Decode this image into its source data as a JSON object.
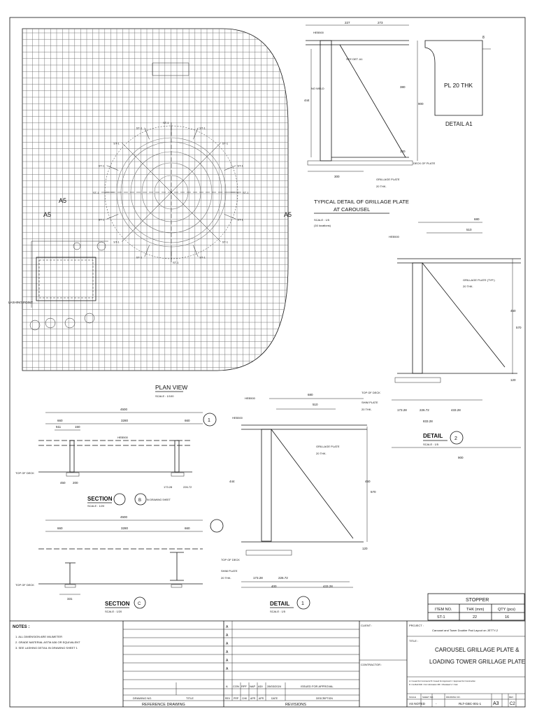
{
  "plan": {
    "title": "PLAN VIEW",
    "scale": "SCALE : 1/100",
    "lashing": "LASHING POINT",
    "stopper_tag": "ST-1",
    "grid_tags": [
      "A5",
      "A5",
      "A5"
    ]
  },
  "detailTop": {
    "title_line1": "TYPICAL DETAIL OF GRILLAGE PLATE",
    "title_line2": "AT CAROUSEL",
    "scale": "SCALE : 1/5",
    "locations": "(16 locations)",
    "beam": "HEB500",
    "see_det": "SEE DET. A1",
    "no_weld": "NO WELD",
    "dim_top_a": "227",
    "dim_top_b": "273",
    "dim_left": "444",
    "dim_right_a": "900",
    "dim_right_b": "380",
    "dim_right_c": "120",
    "dim_bottom": "300",
    "deck": "DECK OF PLATE",
    "grillage": "GRILLAGE PLATE",
    "grillage_thk": "20 THK."
  },
  "detailA1": {
    "plate": "PL 20 THK",
    "label": "DETAIL A1",
    "dim": "8"
  },
  "detailRight": {
    "beam": "HEB500",
    "dim_a": "680",
    "dim_b": "510",
    "grillage": "GRILLAGE PLATE (TYP.)",
    "grillage_thk": "20 THK.",
    "top_deck": "TOP OF DECK",
    "shim": "SHIM PLATE",
    "shim_thk": "20 THK.",
    "d1": "173.28",
    "d2": "226.72",
    "d3": "433.28",
    "d4": "833.28",
    "d5": "900",
    "v1": "450",
    "v2": "570",
    "v3": "120",
    "label": "DETAIL",
    "scale": "SCALE : 1/5",
    "circ_num": "2"
  },
  "sectionA": {
    "d_total": "4500",
    "d_l": "660",
    "d_c": "3280",
    "d_r": "660",
    "d_a": "511",
    "d_b": "150",
    "beam": "HEB500",
    "top_deck": "TOP OF DECK",
    "d_450": "450",
    "d_200": "200",
    "label": "SECTION",
    "scale": "SCALE : 1/20",
    "circ": "1",
    "circ_b": "B",
    "note": "IN DRAWING SHEET"
  },
  "sectionC": {
    "d_total": "4500",
    "d_l": "660",
    "d_c": "3280",
    "d_r": "660",
    "top_deck": "TOP OF DECK",
    "d_bottom": "331",
    "label": "SECTION",
    "scale": "SCALE : 1/20",
    "circ": "C"
  },
  "detailMid": {
    "beam": "HEB500",
    "beam2": "HEB500",
    "dim_a": "680",
    "dim_b": "510",
    "grillage": "GRILLAGE PLATE",
    "grillage_thk": "20 THK.",
    "top_deck": "TOP OF DECK",
    "shim": "SHIM PLATE",
    "shim_thk": "20 THK.",
    "d1": "173.28",
    "d2": "226.72",
    "d3": "433.28",
    "d4": "400",
    "v1": "444",
    "v2": "450",
    "v3": "570",
    "v4": "120",
    "label": "DETAIL",
    "scale": "SCALE : 1/5",
    "circ": "1",
    "d_173": "173.28",
    "d_226": "226.72"
  },
  "stopper": {
    "title": "STOPPER",
    "headers": [
      "ITEM NO.",
      "THK (mm)",
      "QTY (pcs)"
    ],
    "row": [
      "ST-1",
      "22",
      "16"
    ]
  },
  "notes": {
    "title": "NOTES :",
    "items": [
      "1. ALL DIMENSION ARE MILIMETER",
      "2. GRADE MATERIAL ASTM A36 OR EQUIVALENT",
      "3. SEE LASHING DETAIL IN DRAWING SHEET 1"
    ]
  },
  "revisions": {
    "rev_letters": [
      "A",
      "A",
      "A",
      "A",
      "A",
      "A"
    ],
    "issued_row": [
      "A",
      "CON",
      "RPF",
      "NAP",
      "ADI",
      "28/03/2024",
      "ISSUED FOR APPROVAL"
    ],
    "headers": [
      "REV",
      "PRP",
      "CHK",
      "APR",
      "APR",
      "DATE",
      "DESCRIPTION"
    ],
    "drawing_no": "DRAWING NO.",
    "title": "TITLE",
    "reference": "REFERENCE DRAWING",
    "revisions": "REVISIONS"
  },
  "titleblock": {
    "client": "CLIENT :",
    "contractor": "CONTRACTOR :",
    "project_label": "PROJECT :",
    "project": "Carousel and Tower Doubler Pad Layout on JETTY-2",
    "title_label": "TITLE :",
    "title_line1": "CAROUSEL GRILLAGE PLATE &",
    "title_line2": "LOADING TOWER GRILLAGE PLATE",
    "status1": "A = Issued For Comments  B = Issued For Approval  C = Approved For Construction",
    "status2": "D = As Built  NIFI = For Information  OB = Obsoleted  V = Void",
    "scale_label": "SCALE",
    "scale": "AS NOTED",
    "sheet_label": "SHEET NO.",
    "sheet": "-",
    "dwg_label": "DRAWING NO.",
    "dwg": "RLT-GBC-001-1",
    "size": "A3",
    "rev_label": "REV",
    "rev": "C2"
  }
}
